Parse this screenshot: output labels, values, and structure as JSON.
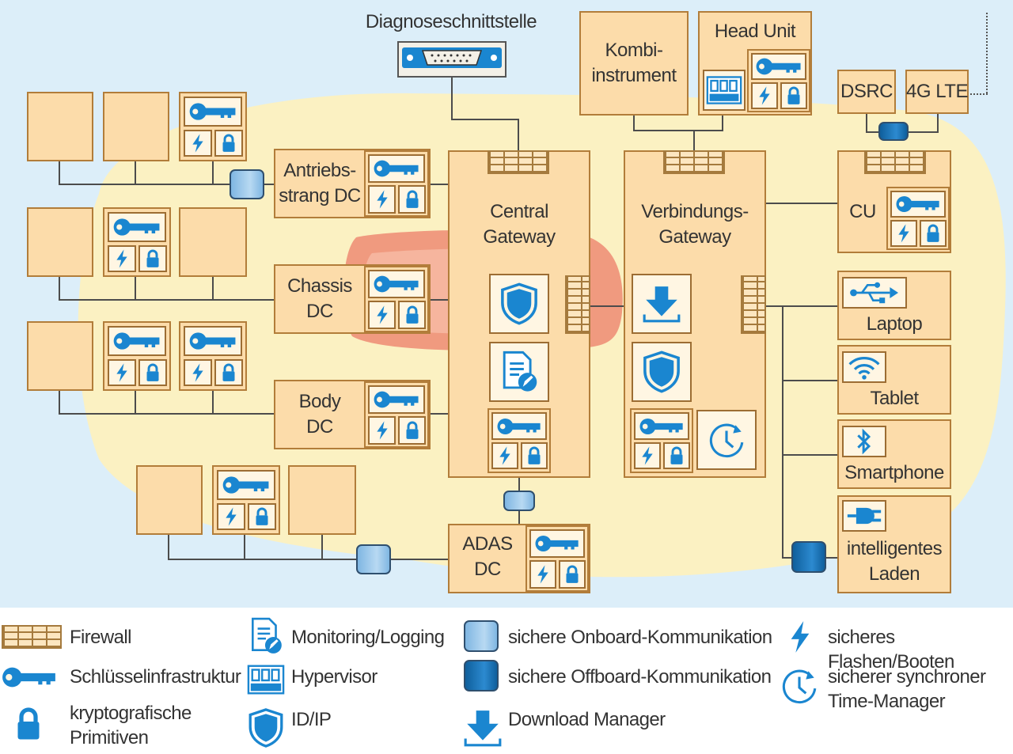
{
  "nodes": {
    "diagnose": "Diagnoseschnittstelle",
    "kombi": "Kombi-\ninstrument",
    "head_unit": "Head Unit",
    "dsrc": "DSRC",
    "lte": "4G LTE",
    "antrieb": "Antriebs-\nstrang DC",
    "chassis": "Chassis\nDC",
    "body": "Body\nDC",
    "adas": "ADAS\nDC",
    "central": "Central\nGateway",
    "verbindung": "Verbindungs-\nGateway",
    "cu": "CU",
    "laptop": "Laptop",
    "tablet": "Tablet",
    "smartphone": "Smartphone",
    "laden": "intelligentes\nLaden"
  },
  "legend": {
    "firewall": "Firewall",
    "schluessel": "Schlüsselinfrastruktur",
    "krypto": "kryptografische\nPrimitiven",
    "monitoring": "Monitoring/Logging",
    "hypervisor": "Hypervisor",
    "idip": "ID/IP",
    "onboard": "sichere Onboard-Kommunikation",
    "offboard": "sichere Offboard-Kommunikation",
    "download": "Download Manager",
    "flashen": "sicheres Flashen/Booten",
    "time": "sicherer synchroner\nTime-Manager"
  },
  "colors": {
    "box_fill": "#fcdcaa",
    "icon_blue": "#1a86d0",
    "car_body": "#fbf1c2",
    "car_core": "#f09a7f",
    "background": "#dceef9"
  }
}
